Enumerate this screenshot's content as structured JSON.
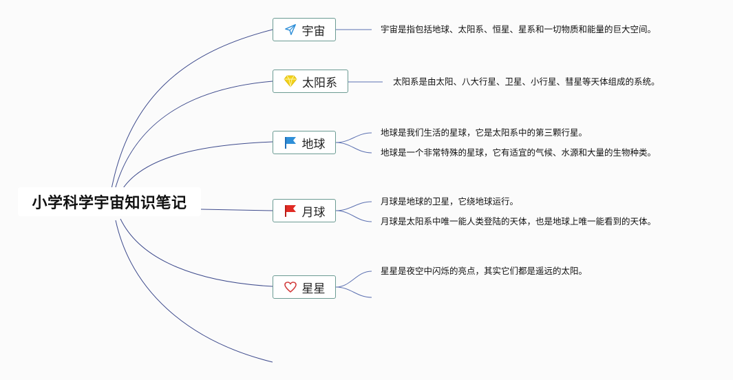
{
  "root": {
    "title": "小学科学宇宙知识笔记"
  },
  "topics": [
    {
      "label": "宇宙",
      "icon": "paper-plane-icon",
      "notes": [
        "宇宙是指包括地球、太阳系、恒星、星系和一切物质和能量的巨大空间。"
      ]
    },
    {
      "label": "太阳系",
      "icon": "diamond-icon",
      "notes": [
        "太阳系是由太阳、八大行星、卫星、小行星、彗星等天体组成的系统。"
      ]
    },
    {
      "label": "地球",
      "icon": "blue-flag-icon",
      "notes": [
        "地球是我们生活的星球，它是太阳系中的第三颗行星。",
        "地球是一个非常特殊的星球，它有适宜的气候、水源和大量的生物种类。"
      ]
    },
    {
      "label": "月球",
      "icon": "red-flag-icon",
      "notes": [
        "月球是地球的卫星，它绕地球运行。",
        "月球是太阳系中唯一能人类登陆的天体，也是地球上唯一能看到的天体。"
      ]
    },
    {
      "label": "星星",
      "icon": "heart-icon",
      "notes": [
        "星星是夜空中闪烁的亮点，其实它们都是遥远的太阳。"
      ]
    }
  ],
  "colors": {
    "main_branch": "#3d4a8c",
    "topic_border": "#6a9a92",
    "sub_branch": "#5a6fb0",
    "icon_blue": "#2f8fd8",
    "icon_red": "#e02b24",
    "icon_yellow": "#f2d21c",
    "icon_heart": "#d23b3b"
  }
}
